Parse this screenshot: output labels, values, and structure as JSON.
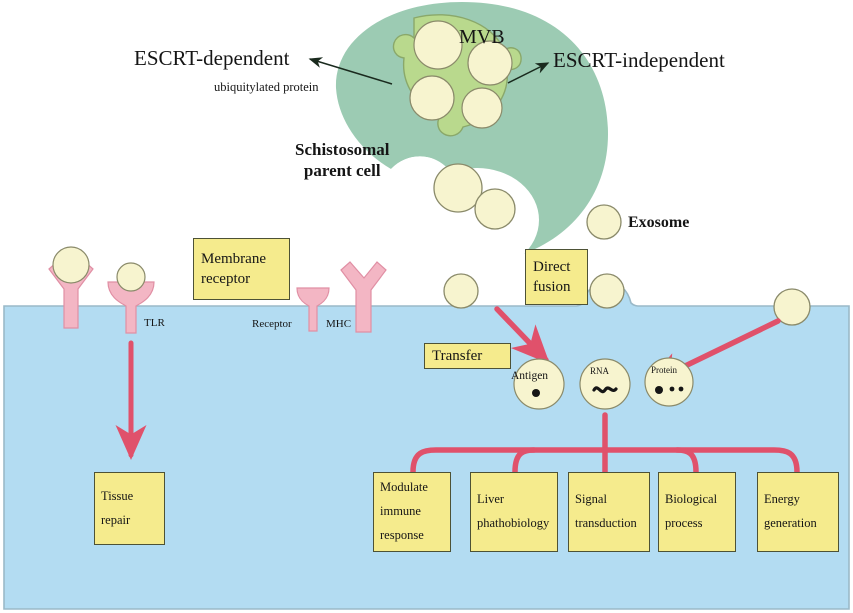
{
  "diagram": {
    "title": "Schistosomal exosome biogenesis and host cell uptake",
    "colors": {
      "parent_cell": "#9ccbb3",
      "mvb_ring": "#b9d98d",
      "exosome": "#f7f4cf",
      "host_cell": "#b3dcf2",
      "receptor": "#f3b6c4",
      "yellow_box": "#f5eb8d",
      "box_border": "#4d5236",
      "arrow_pink": "#e0516b",
      "arrow_black": "#1a2a1e"
    }
  },
  "labels": {
    "escrt_dependent": "ESCRT-dependent",
    "ubiquitylated_protein": "ubiquitylated protein",
    "mvb": "MVB",
    "escrt_independent": "ESCRT-independent",
    "parent_cell_line1": "Schistosomal",
    "parent_cell_line2": "parent cell",
    "exosome": "Exosome",
    "tlr": "TLR",
    "receptor": "Receptor",
    "mhc": "MHC"
  },
  "callout_boxes": {
    "membrane_receptor_line1": "Membrane",
    "membrane_receptor_line2": "receptor",
    "direct_fusion_line1": "Direct",
    "direct_fusion_line2": "fusion",
    "transfer": "Transfer"
  },
  "cargo_circles": [
    {
      "name": "antigen",
      "label": "Antigen",
      "glyph": "single-dot"
    },
    {
      "name": "rna",
      "label": "RNA",
      "glyph": "squiggle"
    },
    {
      "name": "protein",
      "label": "Protein",
      "glyph": "three-dots"
    }
  ],
  "outcome_boxes": [
    {
      "name": "tissue-repair",
      "lines": [
        "Tissue",
        "repair"
      ]
    },
    {
      "name": "modulate-immune-response",
      "lines": [
        "Modulate",
        "immune",
        "response"
      ]
    },
    {
      "name": "liver-pathobiology",
      "lines": [
        "Liver",
        "phathobiology"
      ]
    },
    {
      "name": "signal-transduction",
      "lines": [
        "Signal",
        "transduction"
      ]
    },
    {
      "name": "biological-process",
      "lines": [
        "Biological",
        "process"
      ]
    },
    {
      "name": "energy-generation",
      "lines": [
        "Energy",
        "generation"
      ]
    }
  ]
}
